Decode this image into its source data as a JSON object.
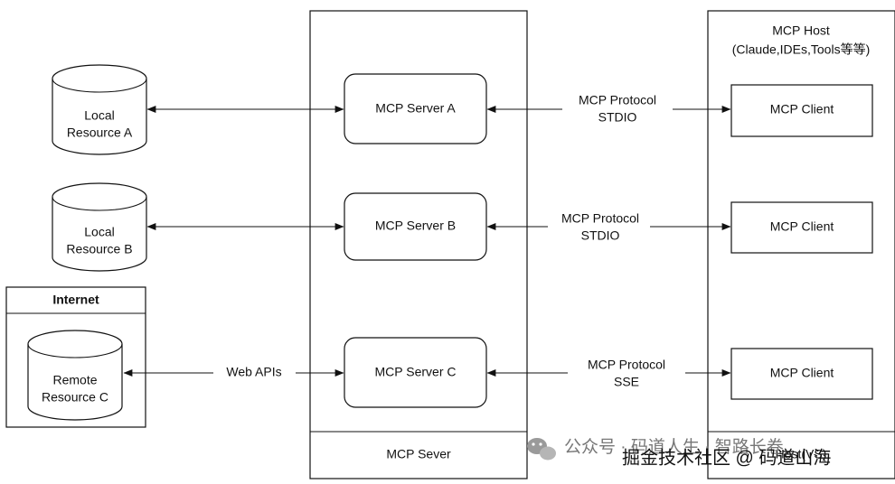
{
  "server_panel": {
    "footer_label": "MCP Sever",
    "servers": [
      {
        "label": "MCP Server A"
      },
      {
        "label": "MCP Server B"
      },
      {
        "label": "MCP Server C"
      }
    ]
  },
  "host_panel": {
    "title_line1": "MCP Host",
    "title_line2": "(Claude,IDEs,Tools等等)",
    "footer_label": "Host(VS)",
    "clients": [
      {
        "label": "MCP Client"
      },
      {
        "label": "MCP Client"
      },
      {
        "label": "MCP Client"
      }
    ]
  },
  "resources": [
    {
      "line1": "Local",
      "line2": "Resource A"
    },
    {
      "line1": "Local",
      "line2": "Resource B"
    },
    {
      "line1": "Remote",
      "line2": "Resource C"
    }
  ],
  "internet_box": {
    "title": "Internet"
  },
  "connections": {
    "web_apis": "Web APIs",
    "protocols": [
      {
        "line1": "MCP Protocol",
        "line2": "STDIO"
      },
      {
        "line1": "MCP Protocol",
        "line2": "STDIO"
      },
      {
        "line1": "MCP Protocol",
        "line2": "SSE"
      }
    ]
  },
  "watermarks": {
    "wechat": "公众号 · 码道人生 · 智路长卷",
    "juejin": "掘金技术社区 @ 码道山海"
  },
  "colors": {
    "stroke": "#111111",
    "background": "#ffffff",
    "watermark": "#777777"
  }
}
